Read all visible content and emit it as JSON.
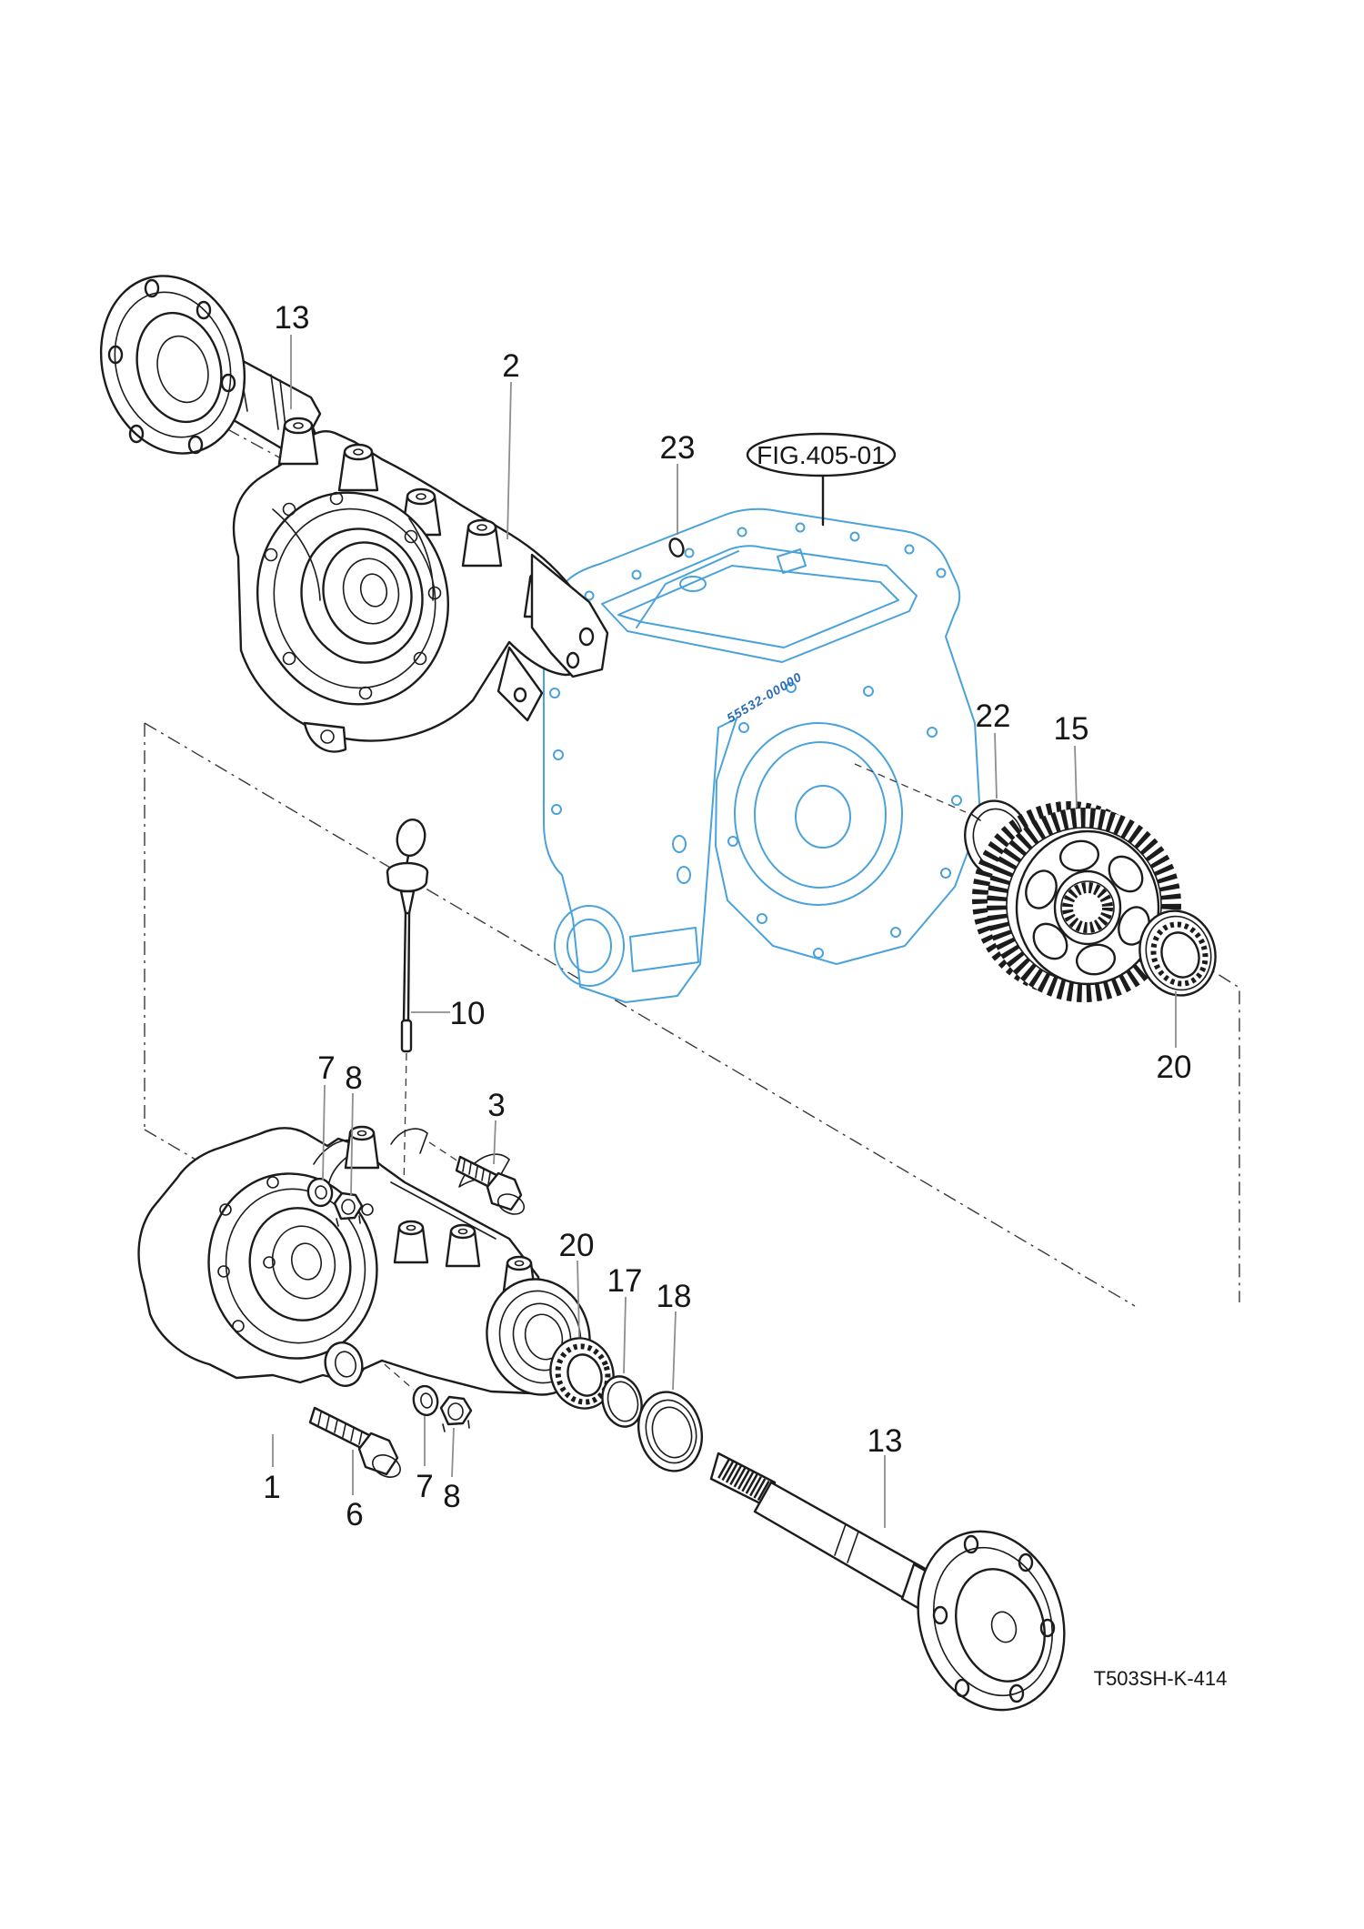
{
  "figure": {
    "fig_ref_label": "FIG.405-01",
    "drawing_code": "T503SH-K-414",
    "case_watermark": "55532-00000"
  },
  "colors": {
    "line_art": "#1c1c1c",
    "reference_part_blue": "#4aa2da",
    "watermark_blue": "#2a6cb5",
    "leader_gray": "#8d8d8d",
    "background": "#ffffff"
  },
  "callouts": [
    {
      "id": "13-top",
      "text": "13"
    },
    {
      "id": "2",
      "text": "2"
    },
    {
      "id": "23",
      "text": "23"
    },
    {
      "id": "22",
      "text": "22"
    },
    {
      "id": "15",
      "text": "15"
    },
    {
      "id": "20-right",
      "text": "20"
    },
    {
      "id": "10",
      "text": "10"
    },
    {
      "id": "7-top",
      "text": "7"
    },
    {
      "id": "8-top",
      "text": "8"
    },
    {
      "id": "3",
      "text": "3"
    },
    {
      "id": "20-lower",
      "text": "20"
    },
    {
      "id": "17",
      "text": "17"
    },
    {
      "id": "18",
      "text": "18"
    },
    {
      "id": "13-bottom",
      "text": "13"
    },
    {
      "id": "1",
      "text": "1"
    },
    {
      "id": "6",
      "text": "6"
    },
    {
      "id": "7-bottom",
      "text": "7"
    },
    {
      "id": "8-bottom",
      "text": "8"
    }
  ]
}
